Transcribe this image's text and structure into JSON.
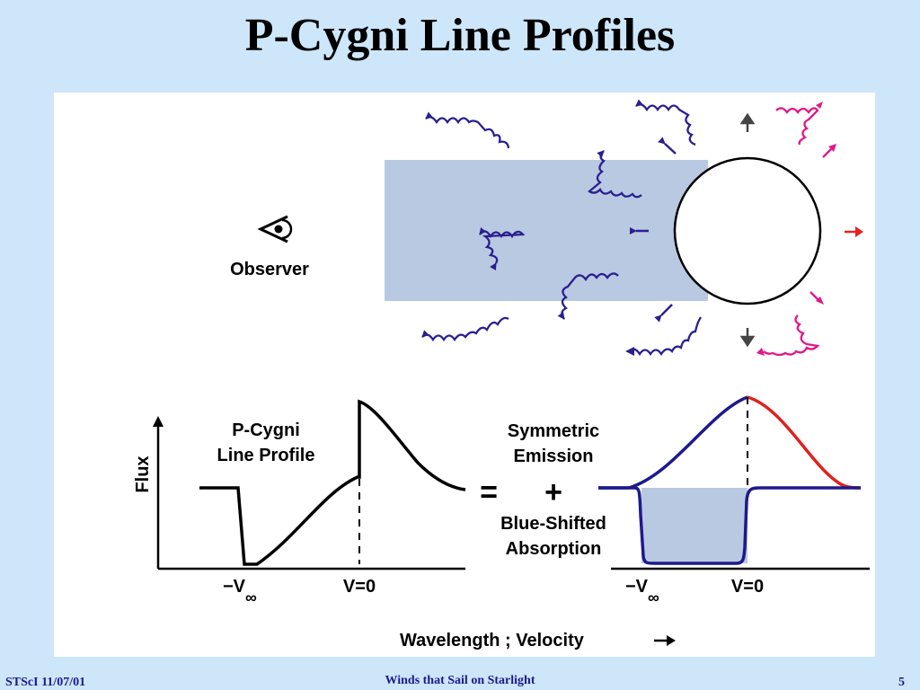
{
  "slide": {
    "title": "P-Cygni Line Profiles",
    "footer_left": "STScI 11/07/01",
    "footer_center": "Winds that Sail on Starlight",
    "page_number": "5"
  },
  "diagram": {
    "observer_label": "Observer",
    "flux_label": "Flux",
    "pcygni_label_line1": "P-Cygni",
    "pcygni_label_line2": "Line Profile",
    "symmetric_label_line1": "Symmetric",
    "symmetric_label_line2": "Emission",
    "blueshift_label_line1": "Blue-Shifted",
    "blueshift_label_line2": "Absorption",
    "equals_sign": "=",
    "plus_sign": "+",
    "vinf_symbol": "−V",
    "infinity_symbol": "∞",
    "v0_label": "V=0",
    "wavelength_label": "Wavelength ; Velocity"
  },
  "colors": {
    "background": "#cde6fa",
    "absorption_column": "#b9c9e2",
    "wind_blue": "#2a1f8f",
    "wind_magenta": "#e0188a",
    "wind_red": "#e8201e",
    "wind_gray": "#444444",
    "emission_red": "#e02020"
  }
}
